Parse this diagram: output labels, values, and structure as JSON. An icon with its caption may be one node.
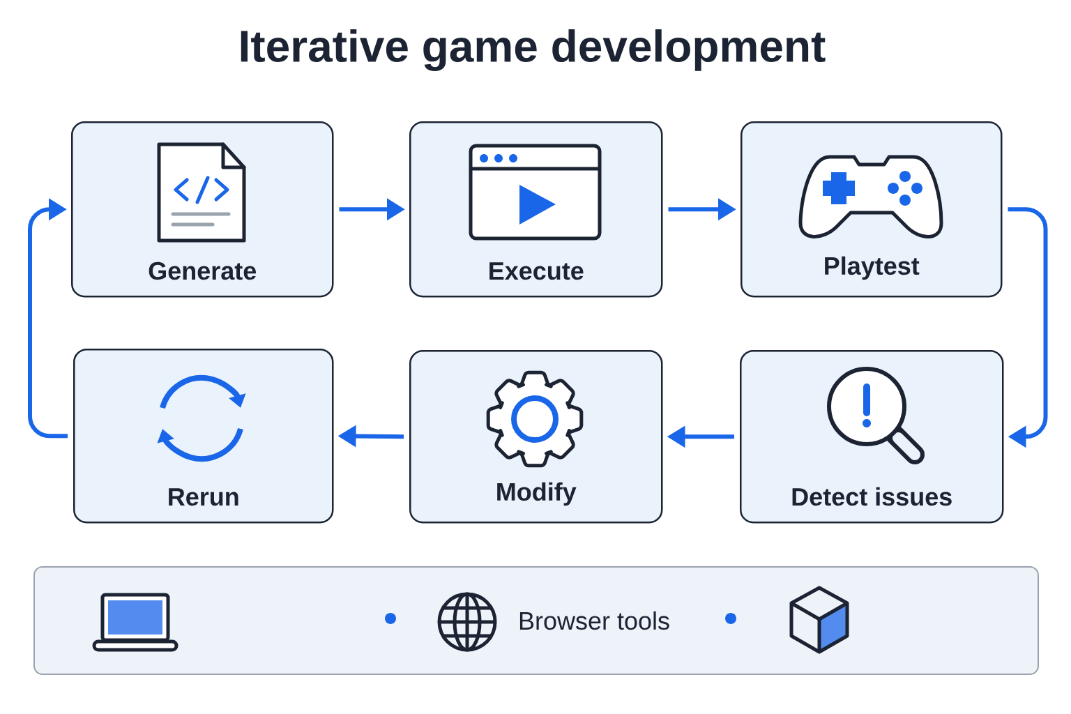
{
  "diagram": {
    "title": "Iterative game development",
    "nodes": [
      {
        "text": [
          "Generate"
        ]
      },
      {
        "text": [
          "Execute"
        ]
      },
      {
        "text": [
          "Playtest"
        ]
      },
      {
        "text": [
          "Rerun"
        ]
      },
      {
        "text": [
          "Modify"
        ]
      },
      {
        "text": [
          "Detect issues"
        ]
      },
      {
        "text": [
          "Browser tools"
        ]
      }
    ],
    "edges": [
      {
        "from": 0,
        "to": 1,
        "arrow": "to"
      },
      {
        "from": 1,
        "to": 2,
        "arrow": "to"
      },
      {
        "from": 2,
        "to": 5,
        "arrow": "to"
      },
      {
        "from": 5,
        "to": 4,
        "arrow": "to"
      },
      {
        "from": 4,
        "to": 3,
        "arrow": "to"
      },
      {
        "from": 3,
        "to": 0,
        "arrow": "to"
      }
    ]
  }
}
